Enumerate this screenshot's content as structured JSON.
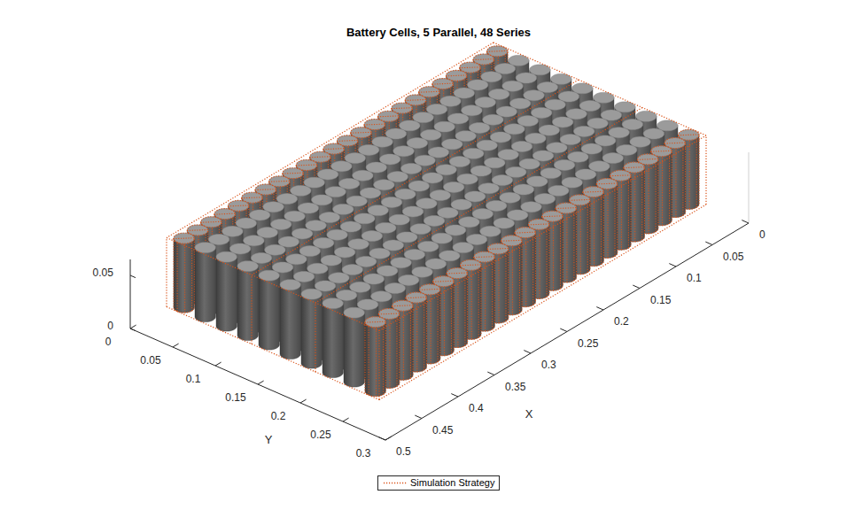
{
  "diagram": {
    "title": "Battery Cells, 5 Parallel, 48 Series",
    "labels": [
      "0.05",
      "0",
      "0",
      "0.05",
      "0.1",
      "0.15",
      "0.2",
      "0.25",
      "0.3",
      "Y",
      "0",
      "0.05",
      "0.1",
      "0.15",
      "0.2",
      "0.25",
      "0.3",
      "0.35",
      "0.4",
      "0.45",
      "0.5",
      "X"
    ],
    "legend": [
      {
        "text": "Simulation Strategy"
      }
    ]
  }
}
